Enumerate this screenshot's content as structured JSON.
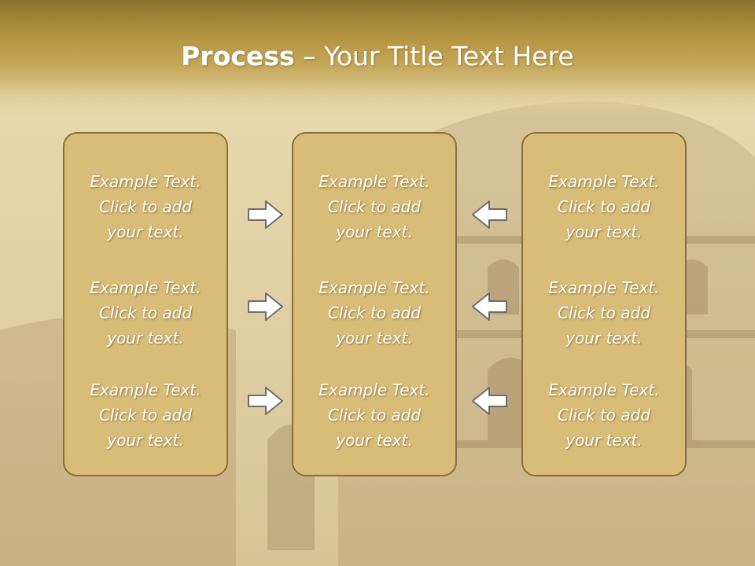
{
  "slide": {
    "title_bold": "Process",
    "title_rest": " – Your Title Text Here"
  },
  "panels": [
    {
      "items": [
        {
          "line1": "Example Text.",
          "line2": "Click  to add",
          "line3": "your text."
        },
        {
          "line1": "Example Text.",
          "line2": "Click  to add",
          "line3": "your text."
        },
        {
          "line1": "Example Text.",
          "line2": "Click  to add",
          "line3": "your text."
        }
      ]
    },
    {
      "items": [
        {
          "line1": "Example Text.",
          "line2": "Click  to add",
          "line3": "your text."
        },
        {
          "line1": "Example Text.",
          "line2": "Click  to add",
          "line3": "your text."
        },
        {
          "line1": "Example Text.",
          "line2": "Click  to add",
          "line3": "your text."
        }
      ]
    },
    {
      "items": [
        {
          "line1": "Example Text.",
          "line2": "Click  to add",
          "line3": "your text."
        },
        {
          "line1": "Example Text.",
          "line2": "Click  to add",
          "line3": "your text."
        },
        {
          "line1": "Example Text.",
          "line2": "Click  to add",
          "line3": "your text."
        }
      ]
    }
  ],
  "arrows": {
    "left_column": [
      "arrow-right",
      "arrow-right",
      "arrow-right"
    ],
    "right_column": [
      "arrow-left",
      "arrow-left",
      "arrow-left"
    ]
  },
  "colors": {
    "header_gold": "#b49440",
    "panel_fill": "#d8bd78",
    "panel_border": "#8a6f3c",
    "text": "#ffffff",
    "arrow_fill": "#ffffff",
    "arrow_stroke": "#6e6e6e"
  }
}
